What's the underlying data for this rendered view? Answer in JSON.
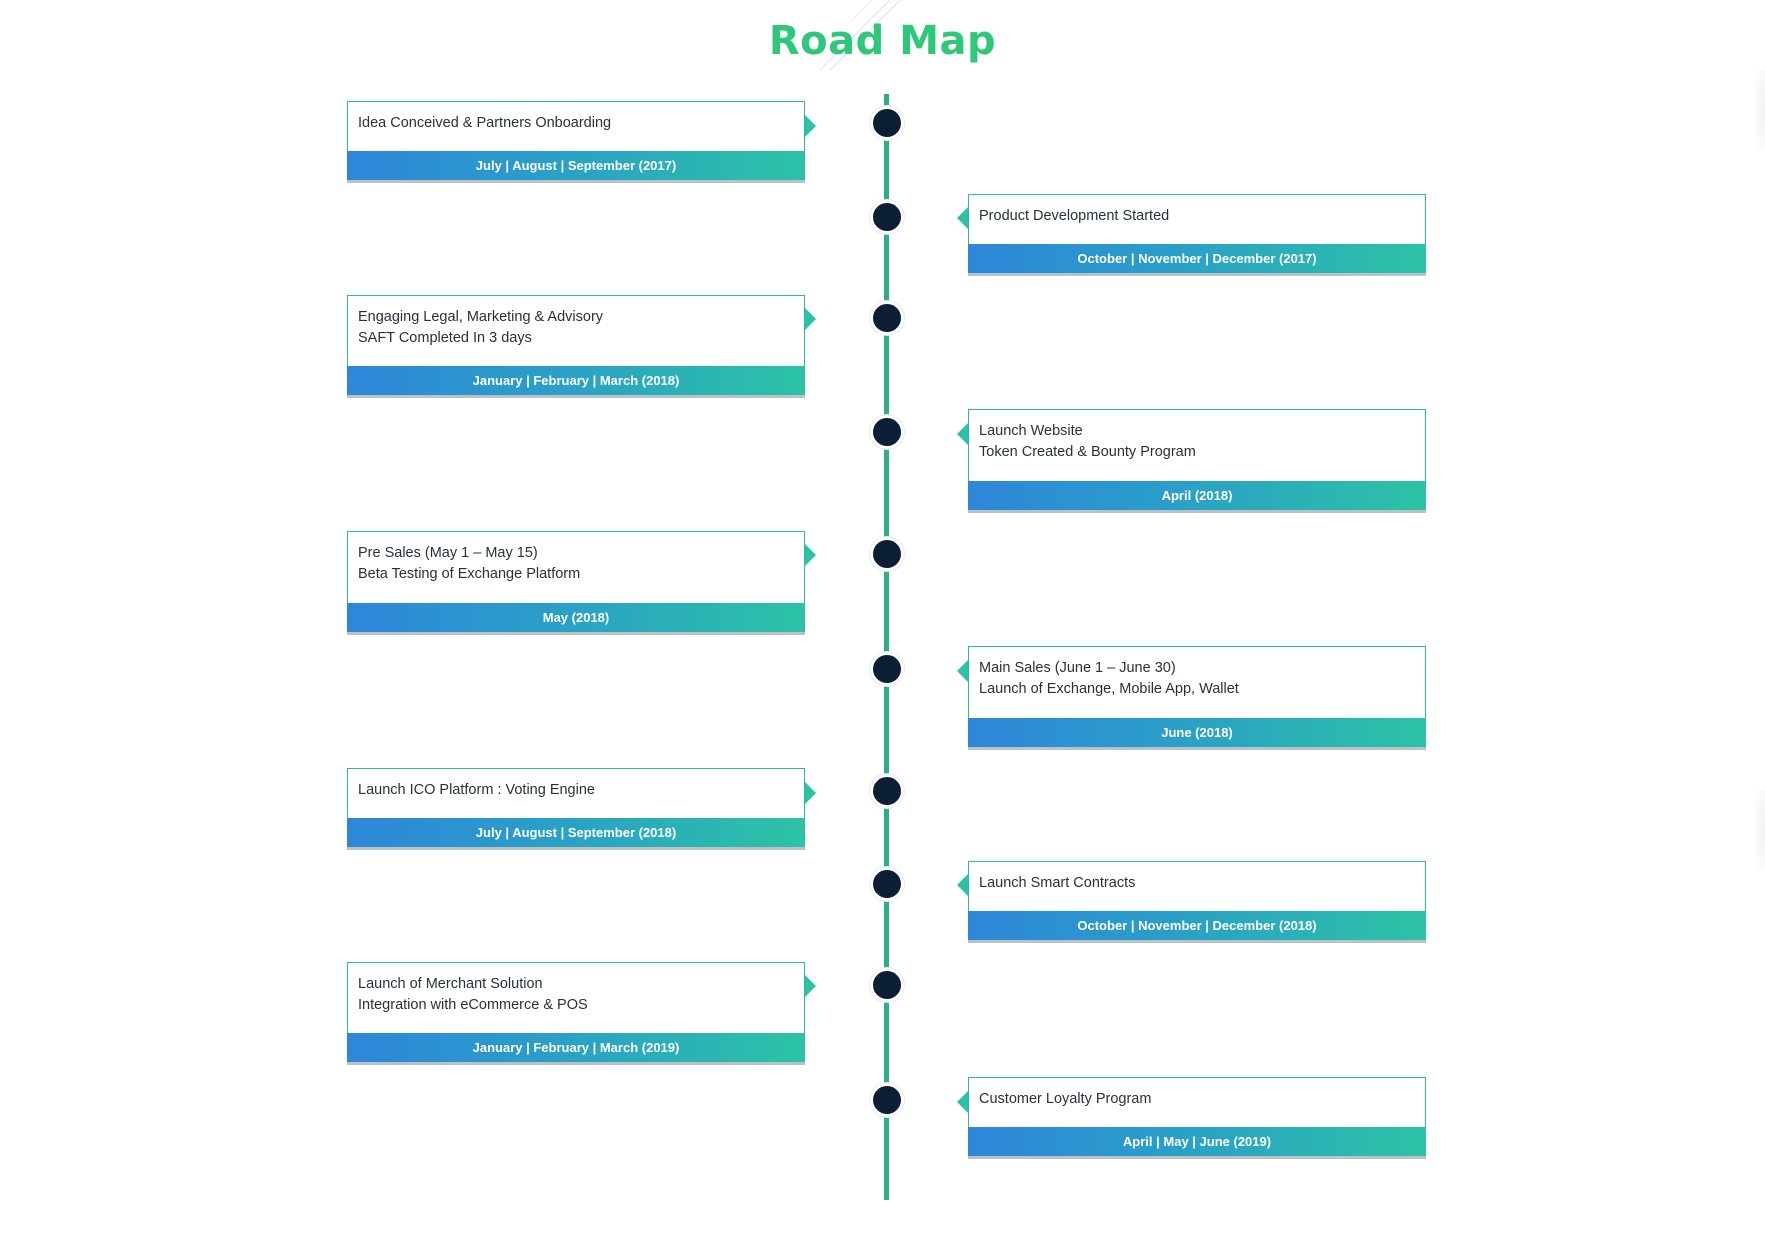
{
  "title": "Road Map",
  "colors": {
    "title": "#2fc77a",
    "axis": "#2dae83",
    "node": "#0c1d36",
    "card_border": "#2db8a7",
    "date_gradient_start": "#2e86d9",
    "date_gradient_end": "#2cc3a4"
  },
  "milestones": [
    {
      "side": "left",
      "text": "Idea Conceived & Partners Onboarding",
      "date": "July | August | September (2017)"
    },
    {
      "side": "right",
      "text": "Product Development Started",
      "date": "October | November | December (2017)"
    },
    {
      "side": "left",
      "text": "Engaging Legal, Marketing & Advisory\nSAFT Completed In 3 days",
      "date": "January | February | March (2018)"
    },
    {
      "side": "right",
      "text": "Launch Website\nToken Created & Bounty Program",
      "date": "April (2018)"
    },
    {
      "side": "left",
      "text": "Pre Sales (May 1 – May 15)\nBeta Testing of Exchange Platform",
      "date": "May (2018)"
    },
    {
      "side": "right",
      "text": "Main Sales (June 1 – June 30)\nLaunch of Exchange, Mobile App, Wallet",
      "date": "June (2018)"
    },
    {
      "side": "left",
      "text": "Launch ICO Platform : Voting Engine",
      "date": "July | August | September (2018)"
    },
    {
      "side": "right",
      "text": "Launch Smart Contracts",
      "date": "October | November | December (2018)"
    },
    {
      "side": "left",
      "text": "Launch of Merchant Solution\nIntegration with eCommerce & POS",
      "date": "January | February | March (2019)"
    },
    {
      "side": "right",
      "text": "Customer Loyalty Program",
      "date": "April | May | June (2019)"
    }
  ]
}
